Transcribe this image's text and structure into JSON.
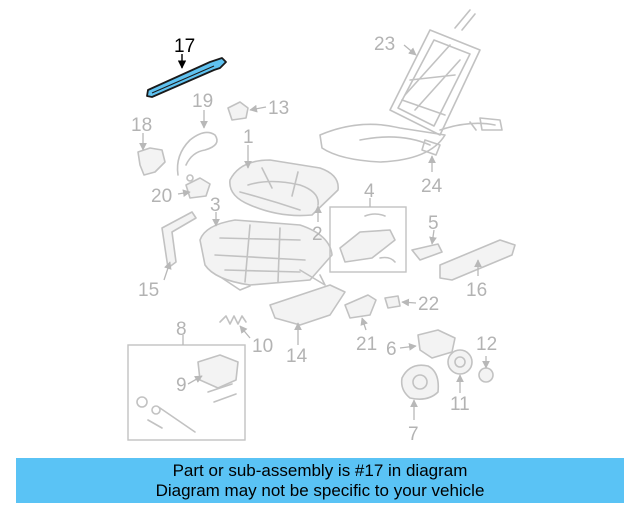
{
  "diagram": {
    "highlighted_part": "17",
    "callouts": [
      "1",
      "2",
      "3",
      "4",
      "5",
      "6",
      "7",
      "8",
      "9",
      "10",
      "11",
      "12",
      "13",
      "14",
      "15",
      "16",
      "17",
      "18",
      "19",
      "20",
      "21",
      "22",
      "23",
      "24"
    ],
    "colors": {
      "highlight_fill": "#5fc2f0",
      "banner_background": "#5ac3f5",
      "part_line": "#c2c2c2",
      "callout_text": "#b3b3b3"
    }
  },
  "banner": {
    "line1": "Part or sub-assembly is #17 in diagram",
    "line2": "Diagram may not be specific to your vehicle"
  }
}
